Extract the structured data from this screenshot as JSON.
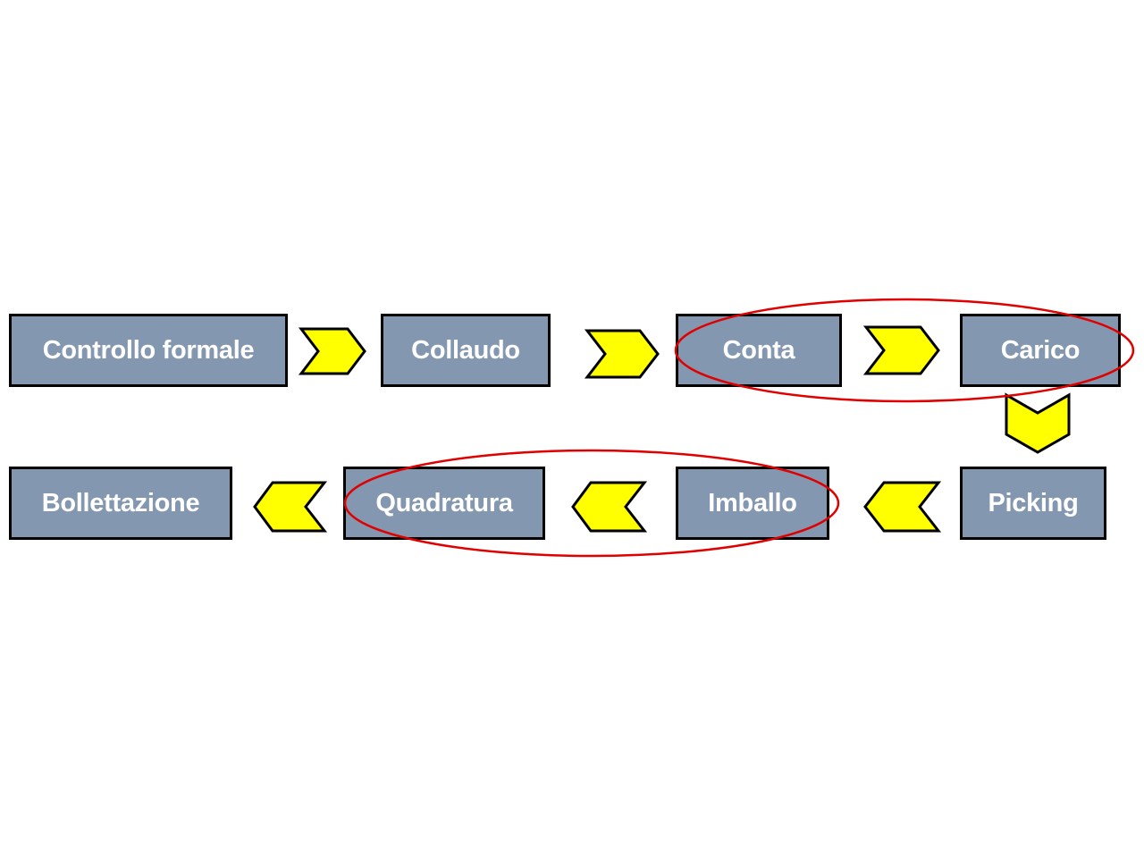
{
  "steps": {
    "controllo_formale": "Controllo formale",
    "collaudo": "Collaudo",
    "conta": "Conta",
    "carico": "Carico",
    "picking": "Picking",
    "imballo": "Imballo",
    "quadratura": "Quadratura",
    "bollettazione": "Bollettazione"
  },
  "colors": {
    "box_fill": "#8497B0",
    "box_border": "#000000",
    "arrow_fill": "#FFFF00",
    "arrow_border": "#000000",
    "highlight": "#E00000"
  }
}
